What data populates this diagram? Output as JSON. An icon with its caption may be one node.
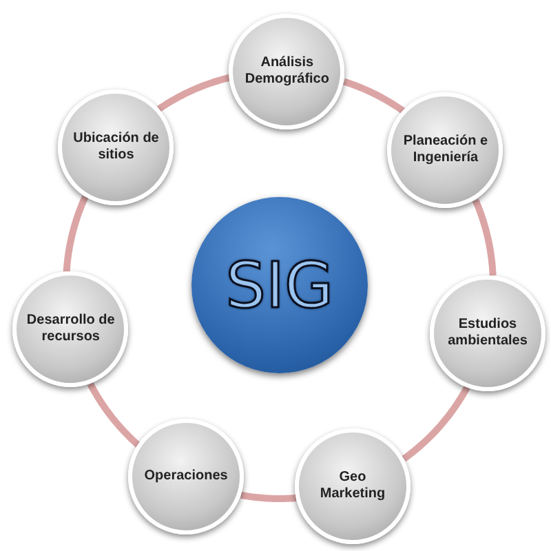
{
  "diagram": {
    "nodes": [
      {
        "text": [
          "SIG"
        ]
      },
      {
        "text": [
          "Análisis Demográfico"
        ]
      },
      {
        "text": [
          "Planeación e Ingeniería"
        ]
      },
      {
        "text": [
          "Estudios ambientales"
        ]
      },
      {
        "text": [
          "Geo Marketing"
        ]
      },
      {
        "text": [
          "Operaciones"
        ]
      },
      {
        "text": [
          "Desarrollo de recursos"
        ]
      },
      {
        "text": [
          "Ubicación de sitios"
        ]
      }
    ],
    "edges": [
      {
        "from": 1,
        "to": 2,
        "arrow": "none"
      },
      {
        "from": 2,
        "to": 3,
        "arrow": "none"
      },
      {
        "from": 3,
        "to": 4,
        "arrow": "none"
      },
      {
        "from": 4,
        "to": 5,
        "arrow": "none"
      },
      {
        "from": 5,
        "to": 6,
        "arrow": "none"
      },
      {
        "from": 6,
        "to": 7,
        "arrow": "none"
      },
      {
        "from": 7,
        "to": 1,
        "arrow": "none"
      }
    ]
  }
}
